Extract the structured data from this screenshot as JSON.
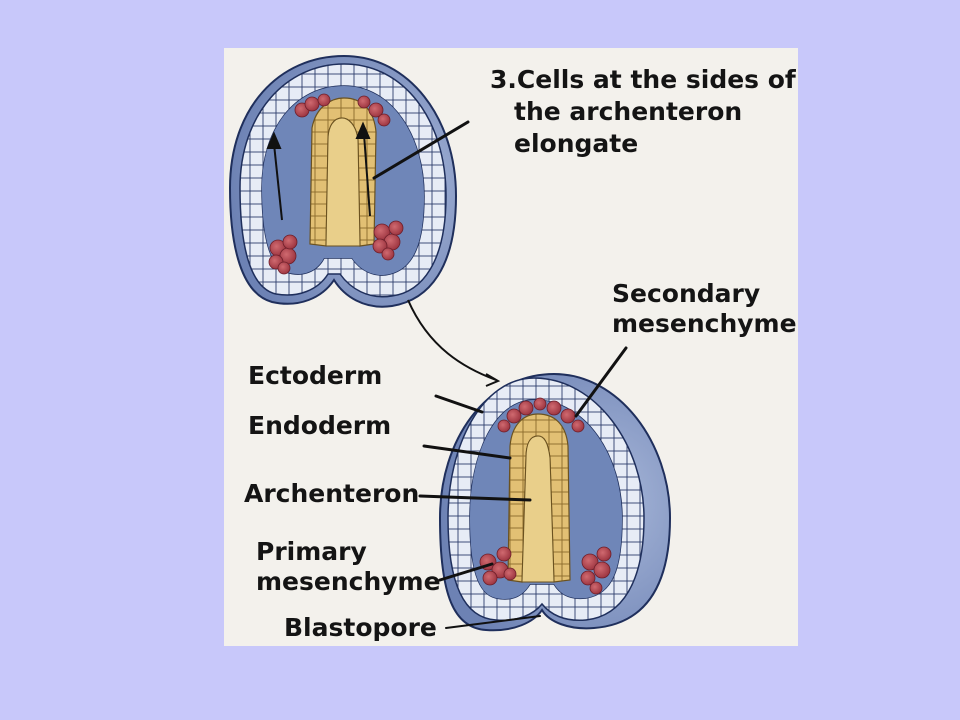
{
  "labels": {
    "step_number": "3.",
    "step_line1": "Cells at the sides of",
    "step_line2": "the archenteron",
    "step_line3": "elongate",
    "secondary_line1": "Secondary",
    "secondary_line2": "mesenchyme",
    "ectoderm": "Ectoderm",
    "endoderm": "Endoderm",
    "archenteron": "Archenteron",
    "primary_line1": "Primary",
    "primary_line2": "mesenchyme",
    "blastopore": "Blastopore"
  },
  "colors": {
    "background": "#c8c8fa",
    "panel": "#f3f1ec",
    "embryo_shell": "#8fa3cc",
    "blastocoel": "#6f86b8",
    "archenteron_yellow": "#e2c074",
    "mesenchyme_red": "#b5525a",
    "outline": "#1f2f5c"
  }
}
